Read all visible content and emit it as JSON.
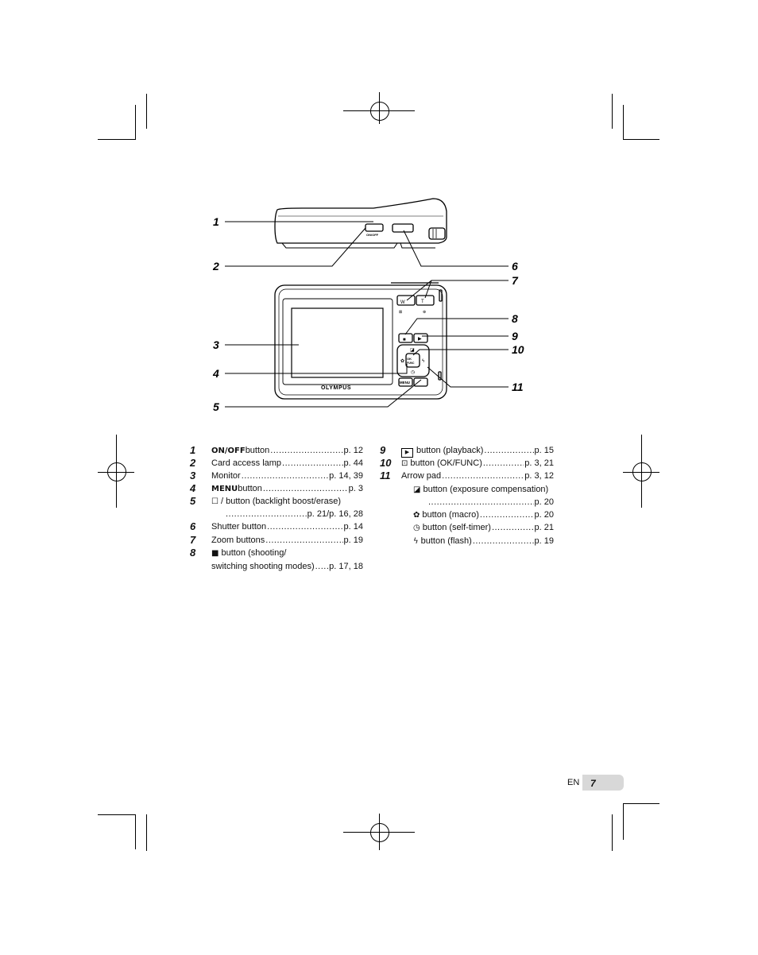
{
  "diagram": {
    "callouts": [
      "1",
      "2",
      "3",
      "4",
      "5",
      "6",
      "7",
      "8",
      "9",
      "10",
      "11"
    ],
    "onoff_label": "ON/OFF",
    "brand": "OLYMPUS",
    "ok_label": "OK FUNC",
    "menu_label": "MENU"
  },
  "index": {
    "left": [
      {
        "num": "1",
        "label_bold": "ON/OFF",
        "label": " button",
        "page": "p. 12"
      },
      {
        "num": "2",
        "label": "Card access lamp",
        "page": "p. 44"
      },
      {
        "num": "3",
        "label": "Monitor",
        "page": "p. 14, 39"
      },
      {
        "num": "4",
        "label_bold": "MENU",
        "label": " button",
        "page": "p. 3"
      },
      {
        "num": "5",
        "label": "/ button (backlight boost/erase)",
        "page": "p. 21/p. 16, 28"
      },
      {
        "num": "6",
        "label": "Shutter button",
        "page": "p. 14"
      },
      {
        "num": "7",
        "label": "Zoom buttons",
        "page": "p. 19"
      },
      {
        "num": "8",
        "label": "button (shooting/",
        "label2": "switching shooting modes)",
        "page": "p. 17, 18"
      }
    ],
    "right": [
      {
        "num": "9",
        "label": "button (playback)",
        "page": "p. 15"
      },
      {
        "num": "10",
        "label": "button (OK/FUNC)",
        "page": "p. 3, 21"
      },
      {
        "num": "11",
        "label": "Arrow pad",
        "page": "p. 3, 12"
      },
      {
        "label": "button (exposure compensation)",
        "page": "p. 20"
      },
      {
        "label": "button (macro)",
        "page": "p. 20"
      },
      {
        "label": "button (self-timer)",
        "page": "p. 21"
      },
      {
        "label": "button (flash)",
        "page": "p. 19"
      }
    ]
  },
  "footer": {
    "lang": "EN",
    "page": "7"
  }
}
